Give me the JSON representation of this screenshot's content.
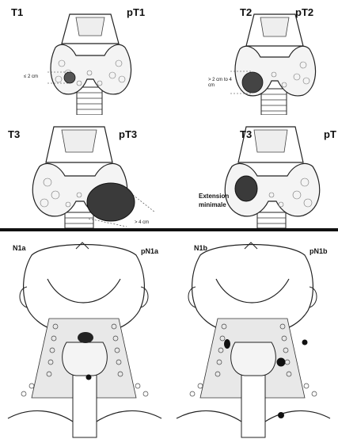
{
  "panels": [
    {
      "id": "t1",
      "label_left": "T1",
      "label_right": "pT1",
      "size_note": "≤ 2 cm"
    },
    {
      "id": "t2",
      "label_left": "T2",
      "label_right": "pT2",
      "size_note": "> 2 cm to 4 cm"
    },
    {
      "id": "t3a",
      "label_left": "T3",
      "label_right": "pT3",
      "size_note": "> 4 cm"
    },
    {
      "id": "t3b",
      "label_left": "T3",
      "label_right": "pT",
      "size_note": "Extension minimale"
    },
    {
      "id": "n1a",
      "label_left": "N1a",
      "label_right": "pN1a"
    },
    {
      "id": "n1b",
      "label_left": "N1b",
      "label_right": "pN1b"
    }
  ],
  "colors": {
    "ink": "#1a1a1a",
    "tumor": "#2b2b2b",
    "gland": "#f2f2f2",
    "skin": "#ffffff",
    "divider": "#111111"
  }
}
